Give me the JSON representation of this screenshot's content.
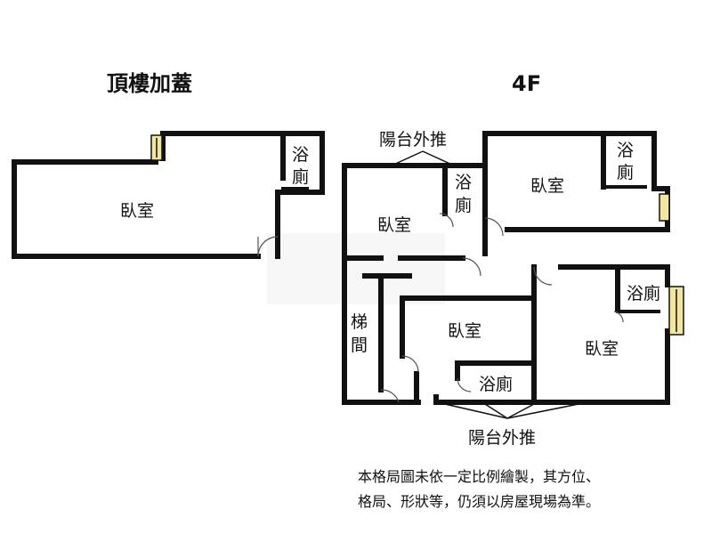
{
  "titles": {
    "rooftop": "頂樓加蓋",
    "floor": "4F"
  },
  "rooms": {
    "roof_bedroom": "臥室",
    "roof_bath_top": "浴",
    "roof_bath_bottom": "廁",
    "bedroom_a": "臥室",
    "bath_a_top": "浴",
    "bath_a_bottom": "廁",
    "bedroom_b": "臥室",
    "bath_b_top": "浴",
    "bath_b_bottom": "廁",
    "stairs_top": "梯",
    "stairs_bottom": "間",
    "bedroom_c": "臥室",
    "bath_c": "浴廁",
    "bedroom_d": "臥室",
    "bath_d": "浴廁"
  },
  "balcony": {
    "top": "陽台外推",
    "bottom": "陽台外推"
  },
  "disclaimer": {
    "line1": "本格局圖未依一定比例繪製，其方位、",
    "line2": "格局、形狀等，仍須以房屋現場為準。"
  },
  "colors": {
    "wall": "#111111",
    "window": "#f2e6a0",
    "watermark": "#dcdcdc"
  }
}
